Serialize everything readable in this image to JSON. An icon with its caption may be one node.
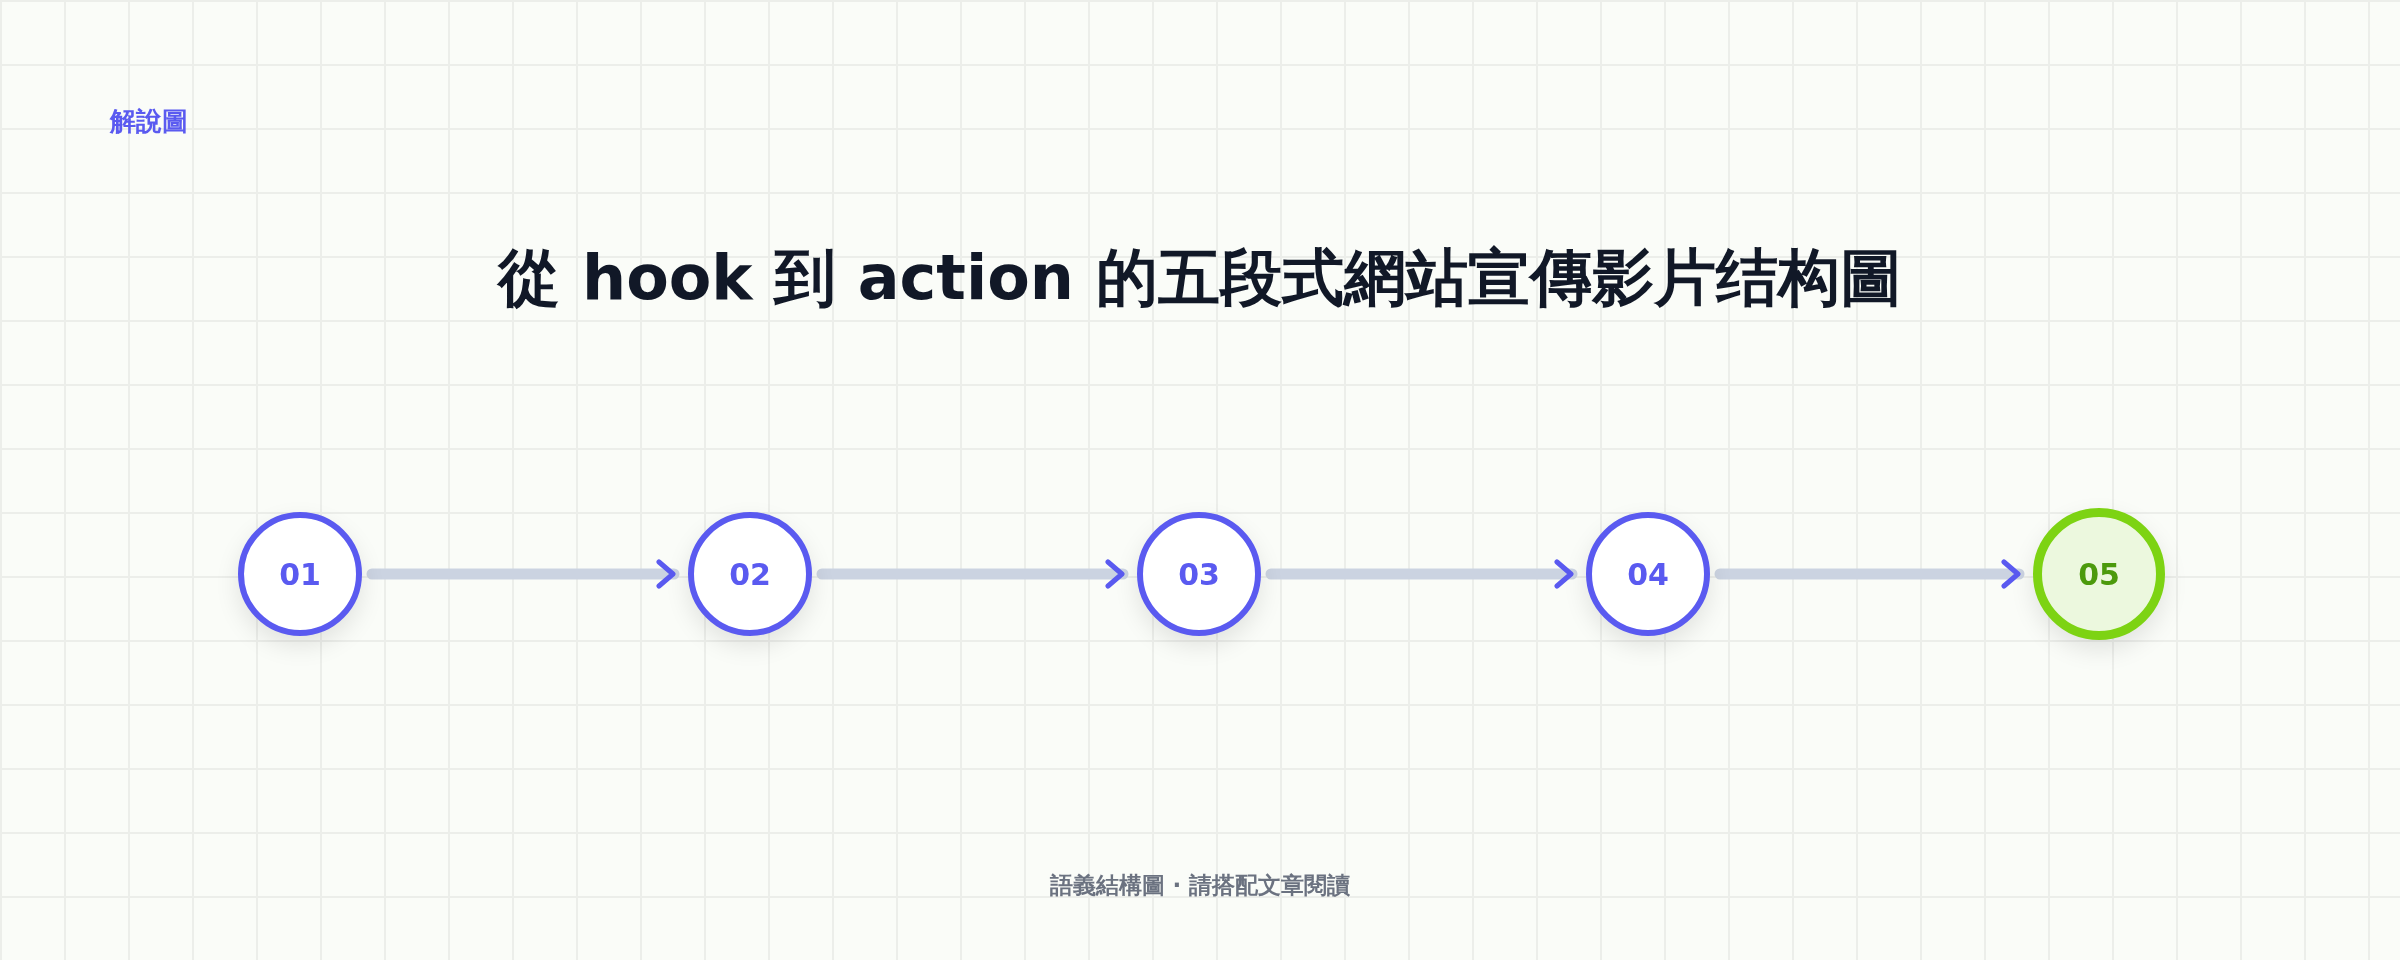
{
  "diagram": {
    "title": "從 hook 到 action 的五段式網站宣傳影片结构圖",
    "caption": "語義結構圖 · 請搭配文章閱讀",
    "nodes": [
      {
        "text": [
          "01"
        ]
      },
      {
        "text": [
          "02"
        ]
      },
      {
        "text": [
          "03"
        ]
      },
      {
        "text": [
          "04"
        ]
      },
      {
        "text": [
          "05"
        ]
      }
    ],
    "edges": [
      {
        "from": 0,
        "to": 1,
        "arrow": "to"
      },
      {
        "from": 1,
        "to": 2,
        "arrow": "to"
      },
      {
        "from": 2,
        "to": 3,
        "arrow": "to"
      },
      {
        "from": 3,
        "to": 4,
        "arrow": "to"
      }
    ],
    "labels": [
      "解說圖"
    ]
  }
}
